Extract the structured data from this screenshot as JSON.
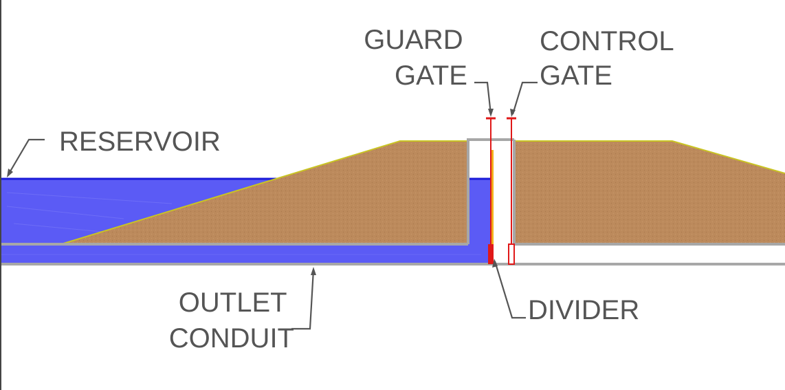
{
  "labels": {
    "guard_gate": [
      "GUARD",
      "GATE"
    ],
    "control_gate": [
      "CONTROL",
      "GATE"
    ],
    "reservoir": "RESERVOIR",
    "outlet_conduit": [
      "OUTLET",
      "CONDUIT"
    ],
    "divider": "DIVIDER"
  },
  "colors": {
    "water": "#5b5bf5",
    "water_surface": "#1a1ad8",
    "embankment_fill": "#bc8a5c",
    "embankment_outline": "#c9c424",
    "concrete": "#a7a7a7",
    "gate": "#e01818",
    "divider": "#f2ae18",
    "text": "#555555",
    "border": "#444444"
  }
}
